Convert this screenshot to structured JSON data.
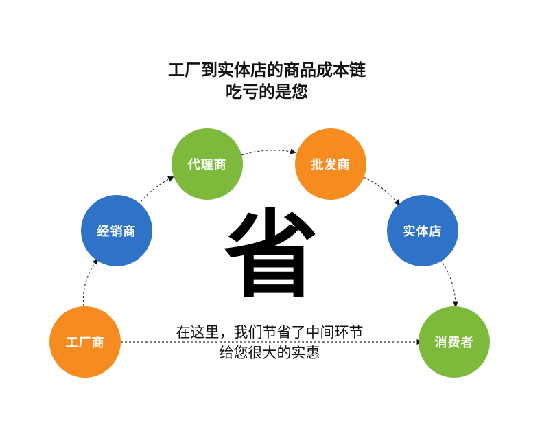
{
  "title": {
    "line1": "工厂到实体店的商品成本链",
    "line2": "吃亏的是您"
  },
  "center_char": "省",
  "caption": {
    "line1": "在这里，我们节省了中间环节",
    "line2": "给您很大的实惠"
  },
  "nodes": [
    {
      "id": "factory",
      "label": "工厂商",
      "color": "#F68B1F"
    },
    {
      "id": "distributor",
      "label": "经销商",
      "color": "#2E73C8"
    },
    {
      "id": "agent",
      "label": "代理商",
      "color": "#7DBA3C"
    },
    {
      "id": "wholesaler",
      "label": "批发商",
      "color": "#F68B1F"
    },
    {
      "id": "store",
      "label": "实体店",
      "color": "#2E73C8"
    },
    {
      "id": "consumer",
      "label": "消费者",
      "color": "#7DBA3C"
    }
  ]
}
